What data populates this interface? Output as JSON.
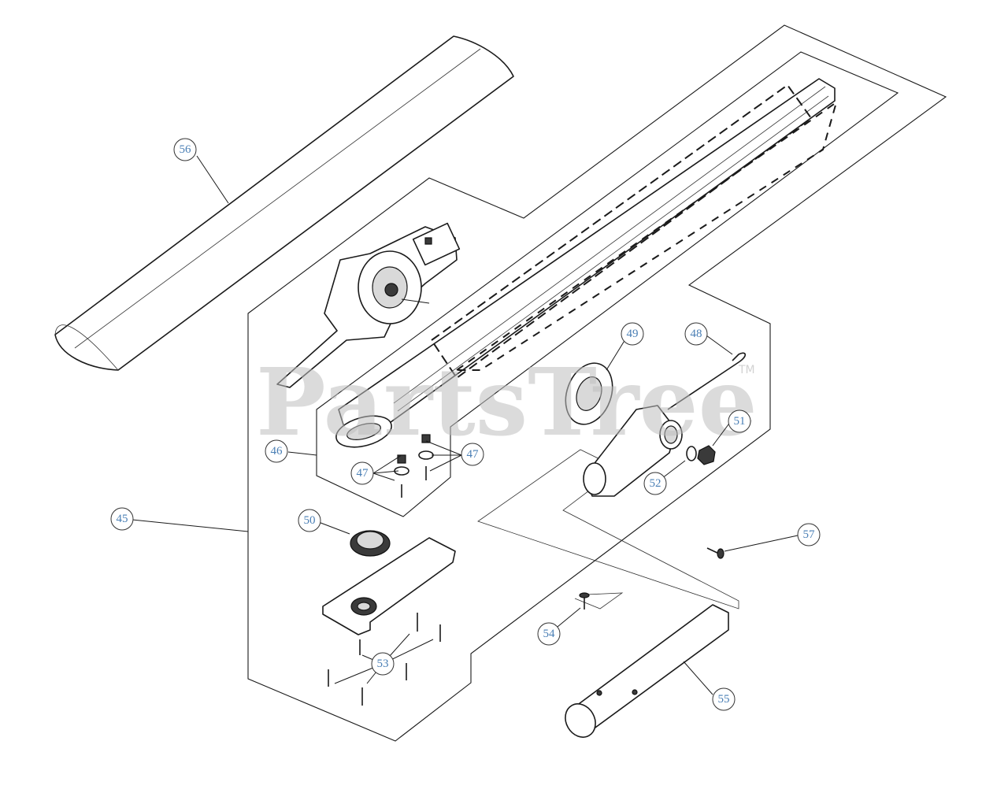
{
  "watermark": {
    "text": "PartsTree",
    "trademark": "TM"
  },
  "callouts": [
    {
      "id": "c45",
      "label": "45"
    },
    {
      "id": "c46",
      "label": "46"
    },
    {
      "id": "c47a",
      "label": "47"
    },
    {
      "id": "c47b",
      "label": "47"
    },
    {
      "id": "c48",
      "label": "48"
    },
    {
      "id": "c49",
      "label": "49"
    },
    {
      "id": "c50",
      "label": "50"
    },
    {
      "id": "c51",
      "label": "51"
    },
    {
      "id": "c52",
      "label": "52"
    },
    {
      "id": "c53",
      "label": "53"
    },
    {
      "id": "c54",
      "label": "54"
    },
    {
      "id": "c55",
      "label": "55"
    },
    {
      "id": "c56",
      "label": "56"
    },
    {
      "id": "c57",
      "label": "57"
    }
  ],
  "colors": {
    "callout_text": "#4a7fb5",
    "line": "#1a1a1a",
    "watermark": "#bfbfbf"
  }
}
